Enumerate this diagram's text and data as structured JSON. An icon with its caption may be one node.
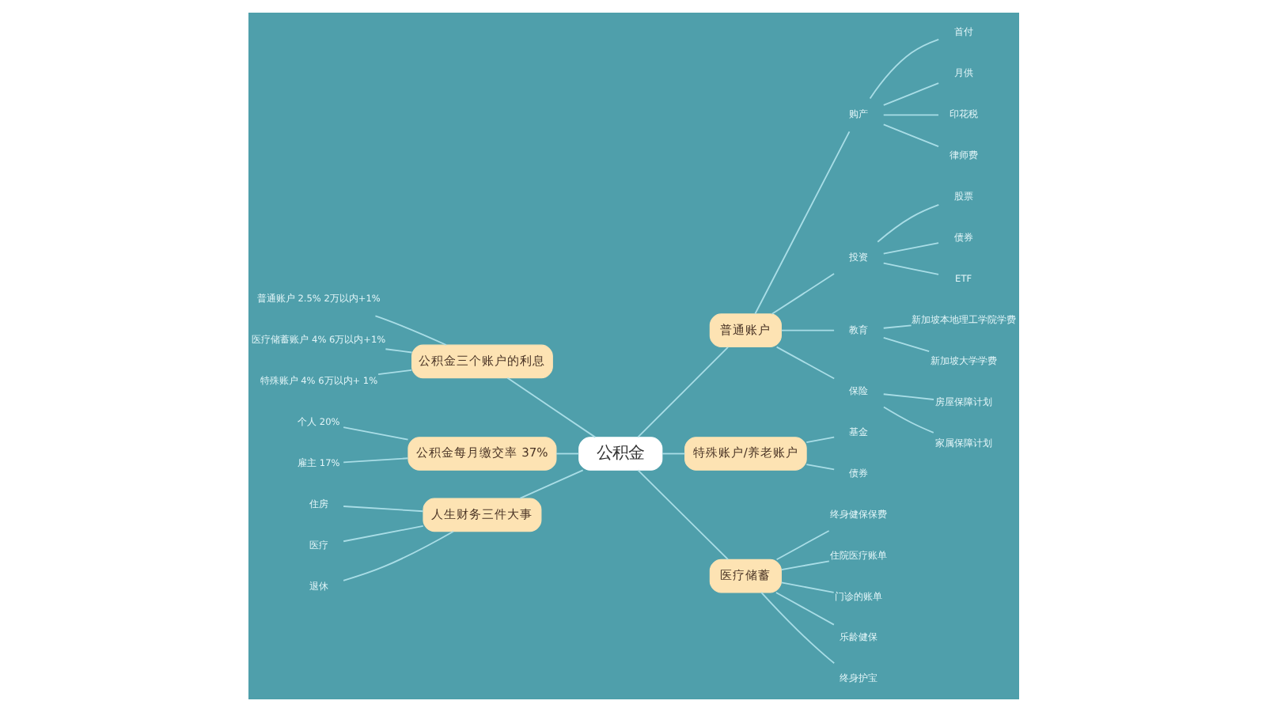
{
  "diagram": {
    "nodes": [
      {
        "text": [
          "公积金"
        ]
      },
      {
        "text": [
          "公积金三个账户的利息"
        ]
      },
      {
        "text": [
          "普通账户 2.5% 2万以内+1%"
        ]
      },
      {
        "text": [
          "医疗储蓄账户 4% 6万以内+1%"
        ]
      },
      {
        "text": [
          "特殊账户 4% 6万以内+ 1%"
        ]
      },
      {
        "text": [
          "公积金每月缴交率 37%"
        ]
      },
      {
        "text": [
          "个人 20%"
        ]
      },
      {
        "text": [
          "雇主 17%"
        ]
      },
      {
        "text": [
          "人生财务三件大事"
        ]
      },
      {
        "text": [
          "住房"
        ]
      },
      {
        "text": [
          "医疗"
        ]
      },
      {
        "text": [
          "退休"
        ]
      },
      {
        "text": [
          "普通账户"
        ]
      },
      {
        "text": [
          "购产"
        ]
      },
      {
        "text": [
          "首付"
        ]
      },
      {
        "text": [
          "月供"
        ]
      },
      {
        "text": [
          "印花税"
        ]
      },
      {
        "text": [
          "律师费"
        ]
      },
      {
        "text": [
          "投资"
        ]
      },
      {
        "text": [
          "股票"
        ]
      },
      {
        "text": [
          "债券"
        ]
      },
      {
        "text": [
          "ETF"
        ]
      },
      {
        "text": [
          "教育"
        ]
      },
      {
        "text": [
          "新加坡本地理工学院学费"
        ]
      },
      {
        "text": [
          "新加坡大学学费"
        ]
      },
      {
        "text": [
          "保险"
        ]
      },
      {
        "text": [
          "房屋保障计划"
        ]
      },
      {
        "text": [
          "家属保障计划"
        ]
      },
      {
        "text": [
          "特殊账户/养老账户"
        ]
      },
      {
        "text": [
          "基金"
        ]
      },
      {
        "text": [
          "债券"
        ]
      },
      {
        "text": [
          "医疗储蓄"
        ]
      },
      {
        "text": [
          "终身健保保费"
        ]
      },
      {
        "text": [
          "住院医疗账单"
        ]
      },
      {
        "text": [
          "门诊的账单"
        ]
      },
      {
        "text": [
          "乐龄健保"
        ]
      },
      {
        "text": [
          "终身护宝"
        ]
      }
    ],
    "edges": [
      {
        "from": 2,
        "to": 1,
        "arrow": "none"
      },
      {
        "from": 3,
        "to": 1,
        "arrow": "none"
      },
      {
        "from": 4,
        "to": 1,
        "arrow": "none"
      },
      {
        "from": 1,
        "to": 0,
        "arrow": "none"
      },
      {
        "from": 6,
        "to": 5,
        "arrow": "none"
      },
      {
        "from": 7,
        "to": 5,
        "arrow": "none"
      },
      {
        "from": 5,
        "to": 0,
        "arrow": "none"
      },
      {
        "from": 9,
        "to": 8,
        "arrow": "none"
      },
      {
        "from": 10,
        "to": 8,
        "arrow": "none"
      },
      {
        "from": 11,
        "to": 8,
        "arrow": "none"
      },
      {
        "from": 8,
        "to": 0,
        "arrow": "none"
      },
      {
        "from": 0,
        "to": 12,
        "arrow": "none"
      },
      {
        "from": 12,
        "to": 13,
        "arrow": "none"
      },
      {
        "from": 13,
        "to": 14,
        "arrow": "none"
      },
      {
        "from": 13,
        "to": 15,
        "arrow": "none"
      },
      {
        "from": 13,
        "to": 16,
        "arrow": "none"
      },
      {
        "from": 13,
        "to": 17,
        "arrow": "none"
      },
      {
        "from": 12,
        "to": 18,
        "arrow": "none"
      },
      {
        "from": 18,
        "to": 19,
        "arrow": "none"
      },
      {
        "from": 18,
        "to": 20,
        "arrow": "none"
      },
      {
        "from": 18,
        "to": 21,
        "arrow": "none"
      },
      {
        "from": 12,
        "to": 22,
        "arrow": "none"
      },
      {
        "from": 22,
        "to": 23,
        "arrow": "none"
      },
      {
        "from": 22,
        "to": 24,
        "arrow": "none"
      },
      {
        "from": 12,
        "to": 25,
        "arrow": "none"
      },
      {
        "from": 25,
        "to": 26,
        "arrow": "none"
      },
      {
        "from": 25,
        "to": 27,
        "arrow": "none"
      },
      {
        "from": 0,
        "to": 28,
        "arrow": "none"
      },
      {
        "from": 28,
        "to": 29,
        "arrow": "none"
      },
      {
        "from": 28,
        "to": 30,
        "arrow": "none"
      },
      {
        "from": 0,
        "to": 31,
        "arrow": "none"
      },
      {
        "from": 31,
        "to": 32,
        "arrow": "none"
      },
      {
        "from": 31,
        "to": 33,
        "arrow": "none"
      },
      {
        "from": 31,
        "to": 34,
        "arrow": "none"
      },
      {
        "from": 31,
        "to": 35,
        "arrow": "none"
      },
      {
        "from": 31,
        "to": 36,
        "arrow": "none"
      }
    ]
  }
}
